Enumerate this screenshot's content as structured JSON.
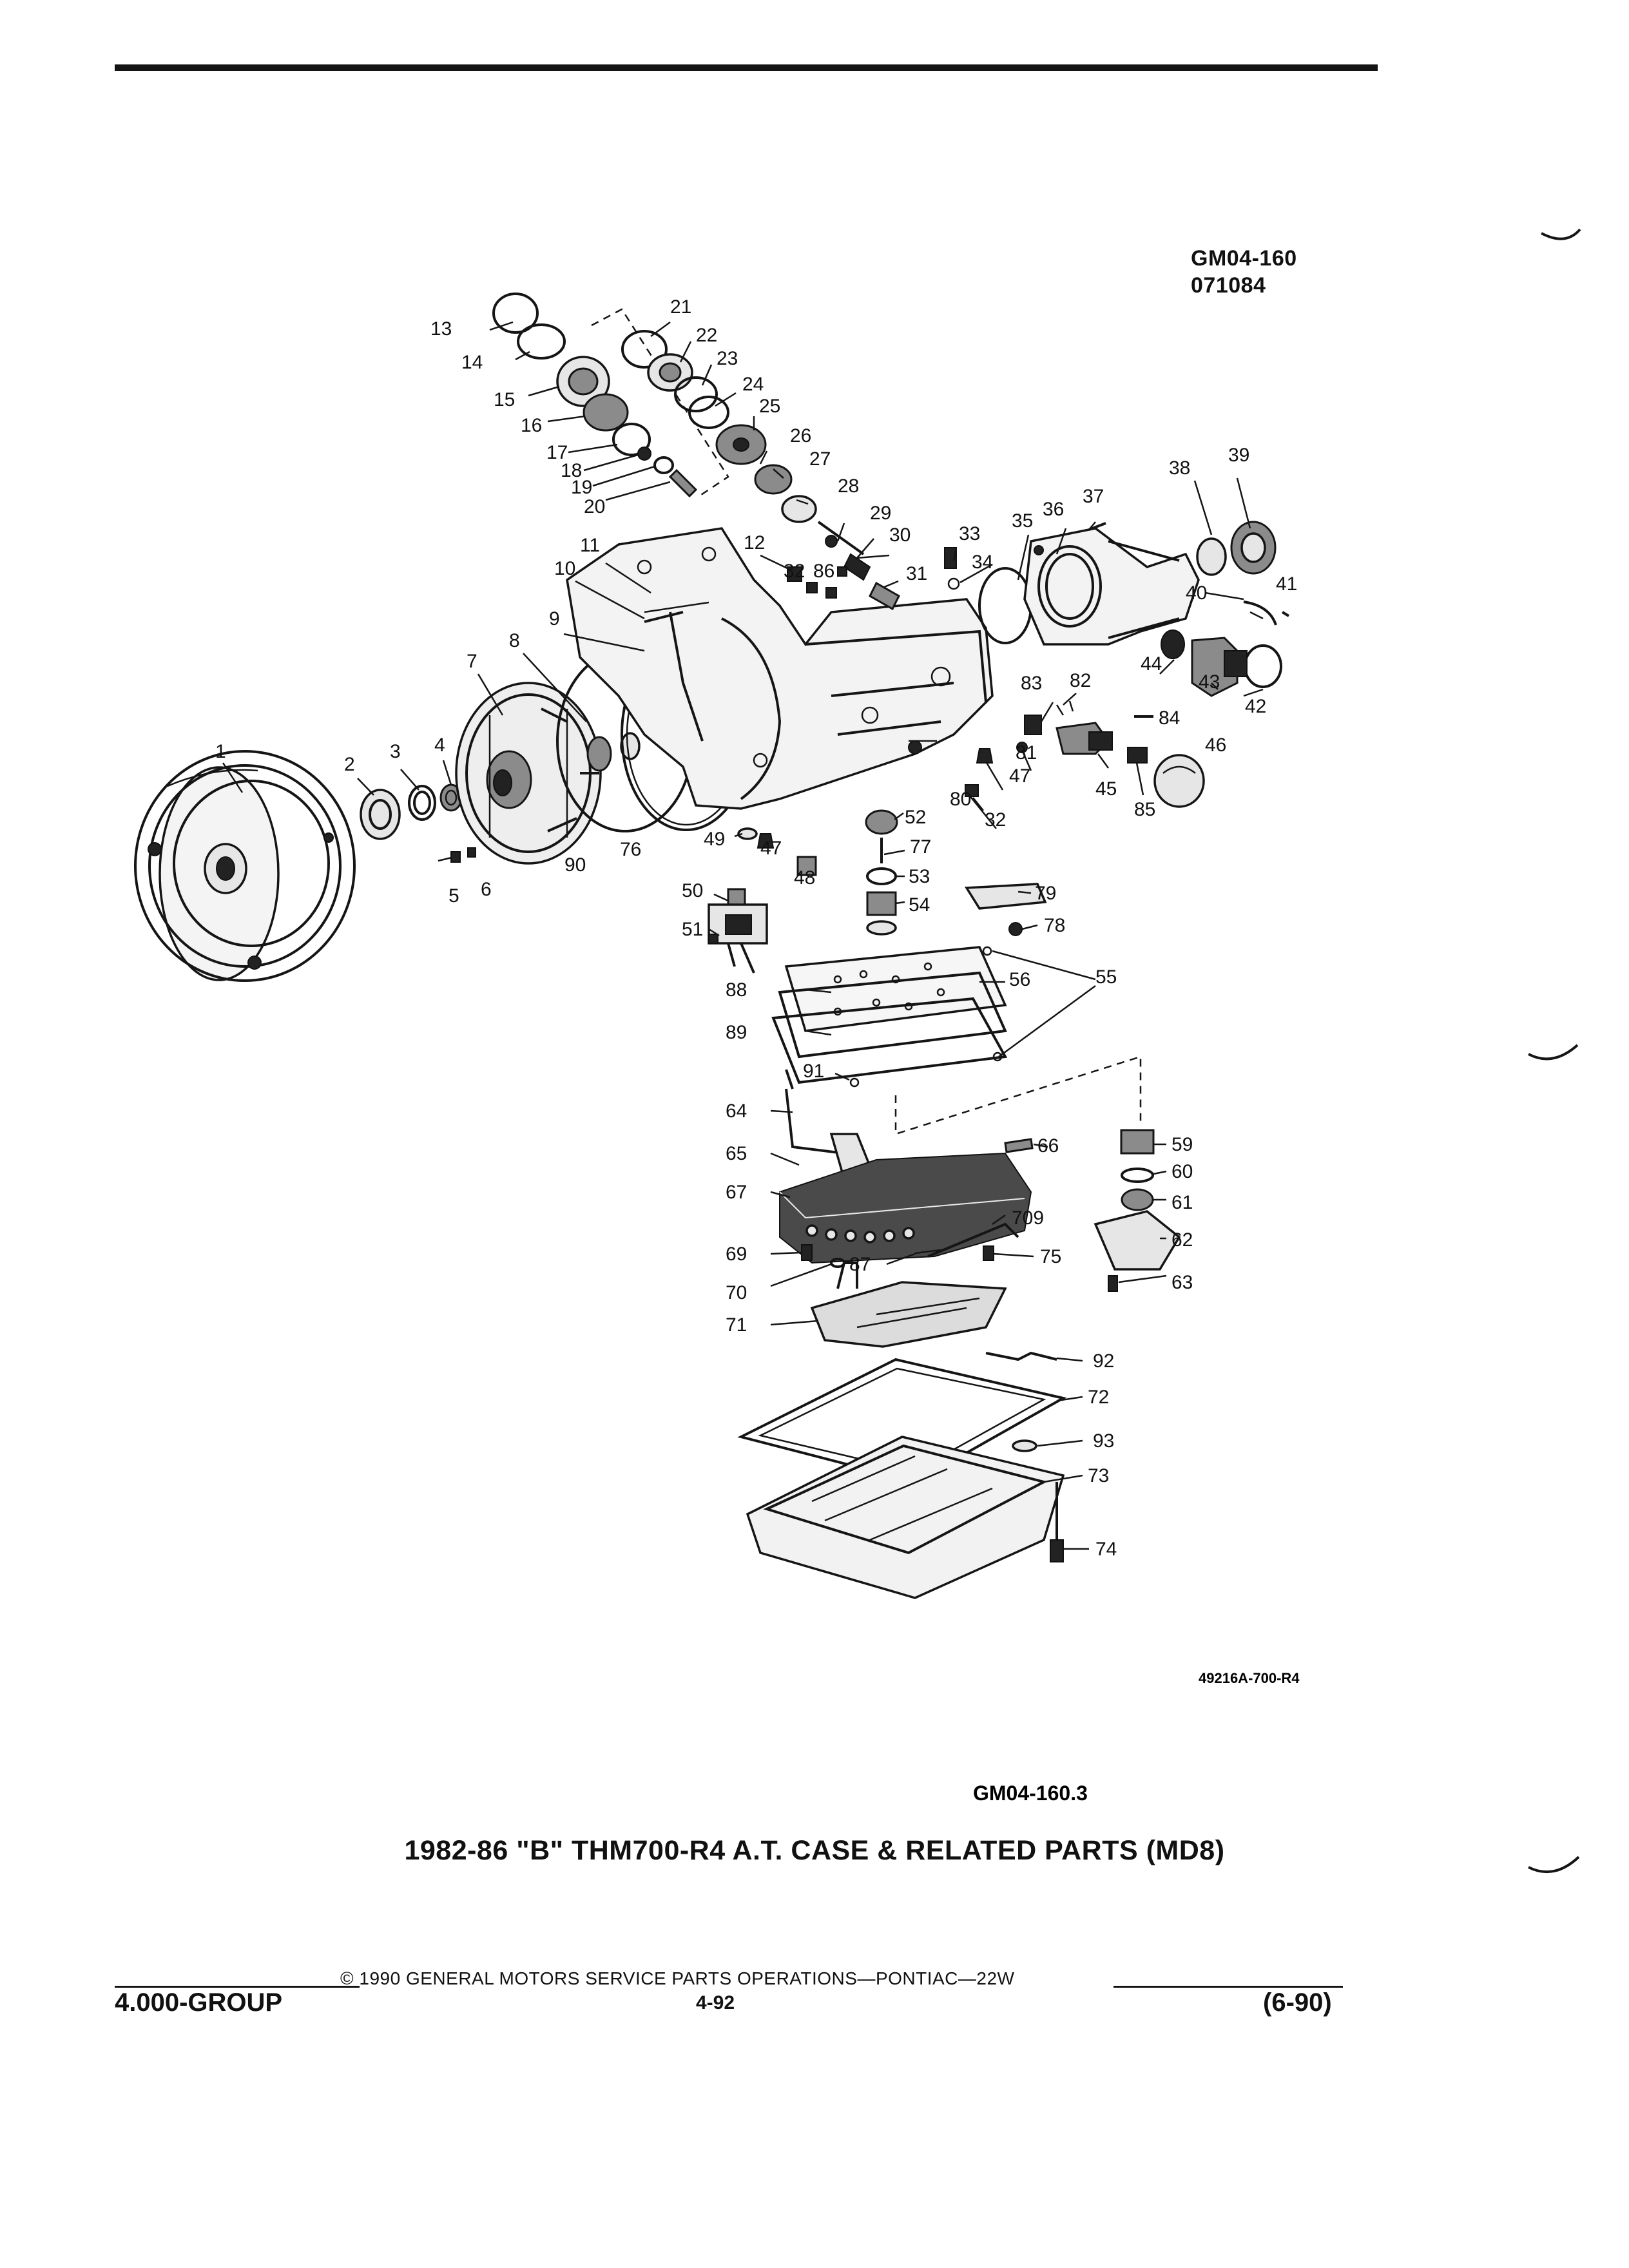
{
  "header": {
    "figure_code": "GM04-160",
    "figure_date": "071084"
  },
  "diagram": {
    "drawing_id": "49216A-700-R4",
    "figure_ref": "GM04-160.3",
    "callouts": [
      "1",
      "2",
      "3",
      "4",
      "5",
      "6",
      "7",
      "8",
      "9",
      "10",
      "11",
      "12",
      "13",
      "14",
      "15",
      "16",
      "17",
      "18",
      "19",
      "20",
      "21",
      "22",
      "23",
      "24",
      "25",
      "26",
      "27",
      "28",
      "29",
      "30",
      "31",
      "32",
      "86",
      "32",
      "33",
      "34",
      "35",
      "36",
      "37",
      "38",
      "39",
      "40",
      "41",
      "42",
      "43",
      "44",
      "45",
      "46",
      "47",
      "47",
      "48",
      "49",
      "50",
      "51",
      "52",
      "53",
      "54",
      "55",
      "56",
      "59",
      "60",
      "61",
      "62",
      "63",
      "64",
      "65",
      "66",
      "67",
      "69",
      "70",
      "71",
      "72",
      "73",
      "74",
      "75",
      "76",
      "77",
      "78",
      "79",
      "80",
      "81",
      "82",
      "83",
      "84",
      "85",
      "87",
      "88",
      "89",
      "90",
      "91",
      "92",
      "93",
      "709"
    ]
  },
  "caption": "1982-86 \"B\" THM700-R4 A.T. CASE & RELATED PARTS (MD8)",
  "footer": {
    "copyright": "© 1990 GENERAL MOTORS SERVICE PARTS OPERATIONS—PONTIAC—22W",
    "group": "4.000-GROUP",
    "page": "4-92",
    "revision": "(6-90)"
  }
}
